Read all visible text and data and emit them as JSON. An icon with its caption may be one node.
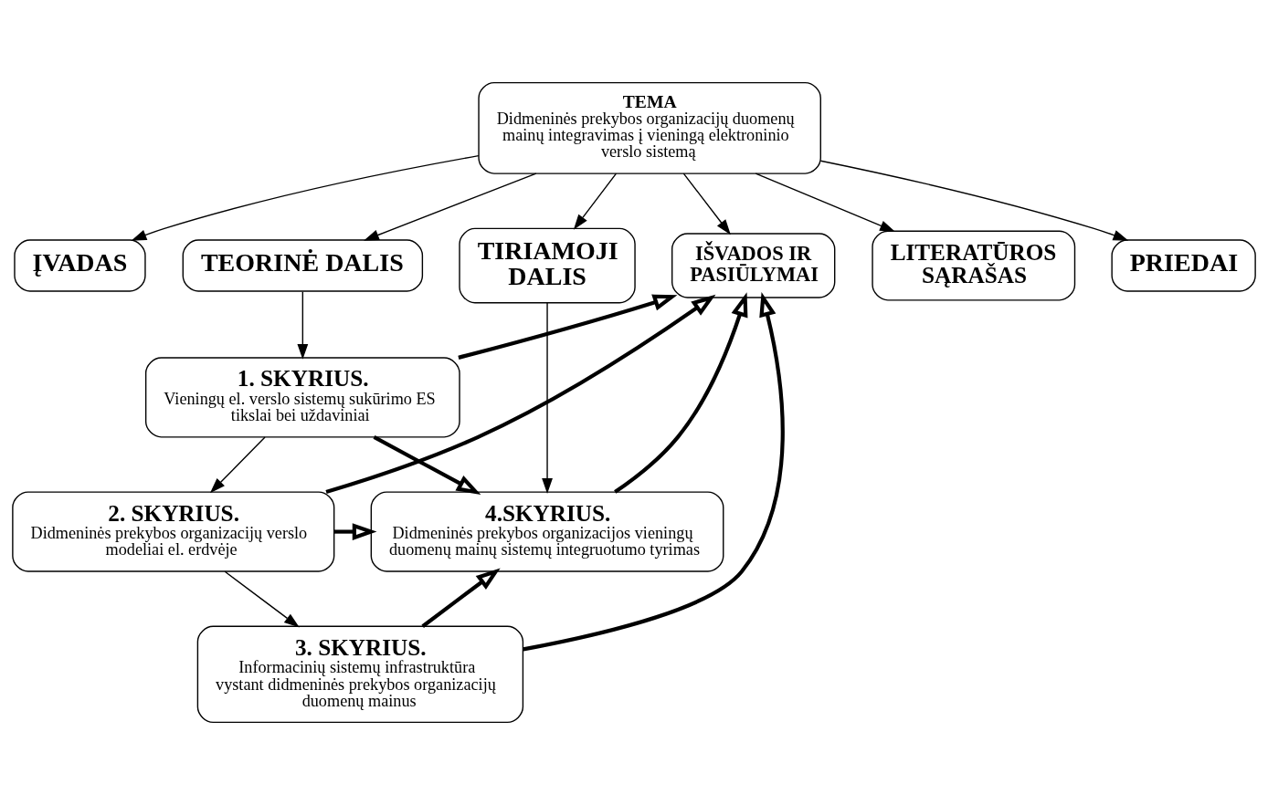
{
  "diagram": {
    "nodes": [
      {
        "text": [
          "TEMA",
          "Didmeninės prekybos organizacijų duomenų mainų integravimas į vieningą elektroninio verslo sistemą"
        ]
      },
      {
        "text": [
          "ĮVADAS"
        ]
      },
      {
        "text": [
          "TEORINĖ DALIS"
        ]
      },
      {
        "text": [
          "TIRIAMOJI DALIS"
        ]
      },
      {
        "text": [
          "IŠVADOS IR PASIŪLYMAI"
        ]
      },
      {
        "text": [
          "LITERATŪROS SĄRAŠAS"
        ]
      },
      {
        "text": [
          "PRIEDAI"
        ]
      },
      {
        "text": [
          "1. SKYRIUS.",
          "Vieningų el. verslo sistemų sukūrimo ES tikslai bei uždaviniai"
        ]
      },
      {
        "text": [
          "2. SKYRIUS.",
          "Didmeninės prekybos organizacijų verslo modeliai el. erdvėje"
        ]
      },
      {
        "text": [
          "3. SKYRIUS.",
          "Informacinių sistemų infrastruktūra vystant didmeninės prekybos organizacijų duomenų mainus"
        ]
      },
      {
        "text": [
          "4.SKYRIUS.",
          "Didmeninės prekybos organizacijos vieningų duomenų mainų sistemų integruotumo tyrimas"
        ]
      }
    ],
    "edges": [
      {
        "from": 0,
        "to": 1,
        "arrow": "to"
      },
      {
        "from": 0,
        "to": 2,
        "arrow": "to"
      },
      {
        "from": 0,
        "to": 3,
        "arrow": "to"
      },
      {
        "from": 0,
        "to": 4,
        "arrow": "to"
      },
      {
        "from": 0,
        "to": 5,
        "arrow": "to"
      },
      {
        "from": 0,
        "to": 6,
        "arrow": "to"
      },
      {
        "from": 2,
        "to": 7,
        "arrow": "to"
      },
      {
        "from": 7,
        "to": 8,
        "arrow": "to"
      },
      {
        "from": 8,
        "to": 9,
        "arrow": "to"
      },
      {
        "from": 3,
        "to": 10,
        "arrow": "to"
      },
      {
        "from": 7,
        "to": 10,
        "arrow": "to",
        "style": "thick"
      },
      {
        "from": 8,
        "to": 10,
        "arrow": "to",
        "style": "thick"
      },
      {
        "from": 9,
        "to": 10,
        "arrow": "to",
        "style": "thick"
      },
      {
        "from": 10,
        "to": 4,
        "arrow": "to",
        "style": "thick"
      },
      {
        "from": 7,
        "to": 4,
        "arrow": "to",
        "style": "thick"
      },
      {
        "from": 8,
        "to": 4,
        "arrow": "to",
        "style": "thick"
      },
      {
        "from": 9,
        "to": 4,
        "arrow": "to",
        "style": "thick"
      }
    ]
  }
}
